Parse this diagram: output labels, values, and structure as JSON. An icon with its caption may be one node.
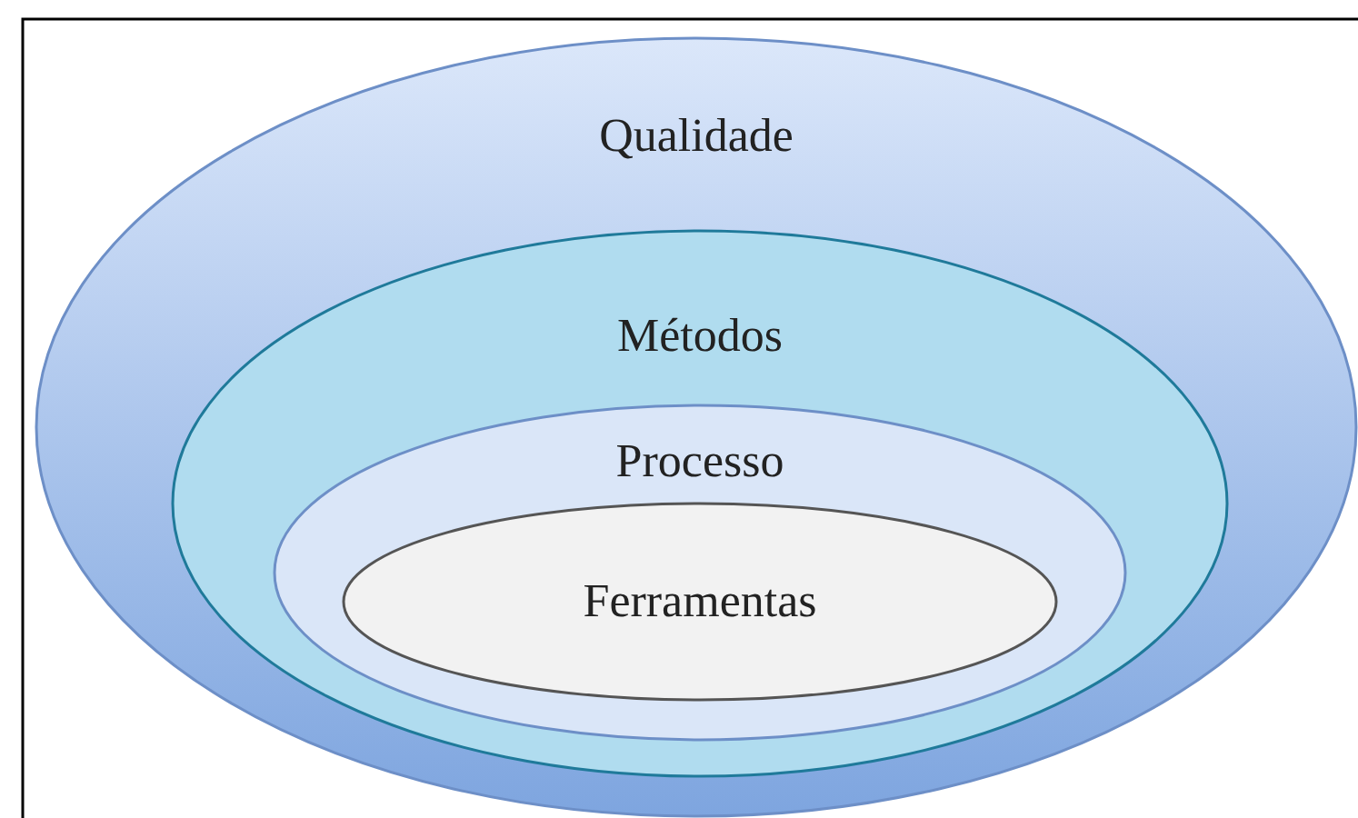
{
  "diagram": {
    "nodes": [
      {
        "text": [
          "Qualidade"
        ]
      },
      {
        "text": [
          "Métodos"
        ],
        "in": 0
      },
      {
        "text": [
          "Processo"
        ],
        "in": 1
      },
      {
        "text": [
          "Ferramentas"
        ],
        "in": 2
      }
    ]
  }
}
